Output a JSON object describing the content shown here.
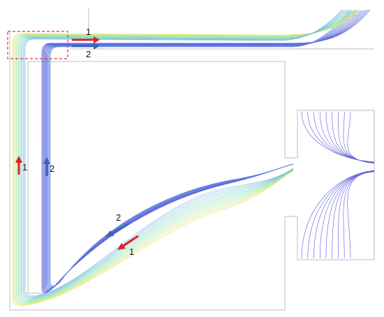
{
  "labels": {
    "top_red": "1",
    "top_blue": "2",
    "left_red": "1",
    "left_blue": "2",
    "diag_blue": "2",
    "diag_red": "1"
  },
  "colors": {
    "outline": "#bdbdbd",
    "frame": "#c8c8c8",
    "red_arrow": "#e02020",
    "blue_arrow": "#3a63b8",
    "dashed_box": "#e53030",
    "stream_inner": "#5a5ad8",
    "stream_mid": "#6fb8e8",
    "stream_outer": "#8ee8a8",
    "stream_hot": "#f0e060"
  }
}
